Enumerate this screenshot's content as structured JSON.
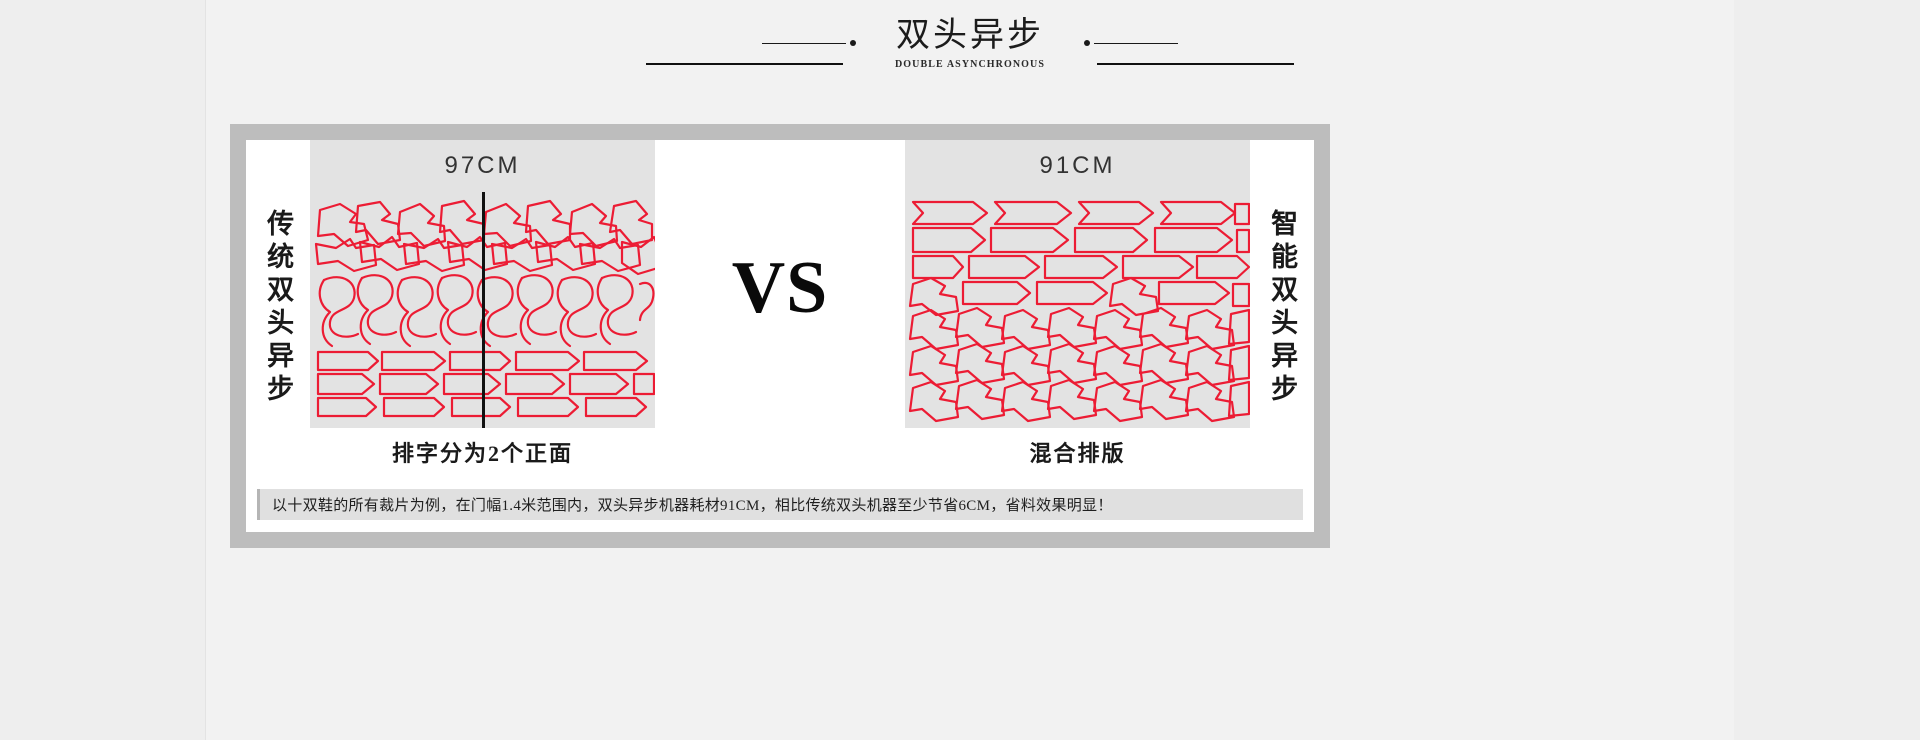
{
  "header": {
    "title": "双头异步",
    "subtitle": "DOUBLE ASYNCHRONOUS"
  },
  "comparison": {
    "vs_label": "VS",
    "left": {
      "side_label": "传统双头异步",
      "measure": "97CM",
      "caption": "排字分为2个正面"
    },
    "right": {
      "side_label": "智能双头异步",
      "measure": "91CM",
      "caption": "混合排版"
    }
  },
  "footnote": {
    "text": "以十双鞋的所有裁片为例，在门幅1.4米范围内，双头异步机器耗材91CM，相比传统双头机器至少节省6CM，省料效果明显！"
  },
  "colors": {
    "page_background": "#f0f0f0",
    "rail": "#eeeeee",
    "card_border": "#bdbdbd",
    "card_inner": "#ffffff",
    "art_background": "#e3e3e3",
    "pattern_stroke": "#ec1c34",
    "text_primary": "#1a1a1a",
    "footnote_background": "#e0e0e0"
  }
}
